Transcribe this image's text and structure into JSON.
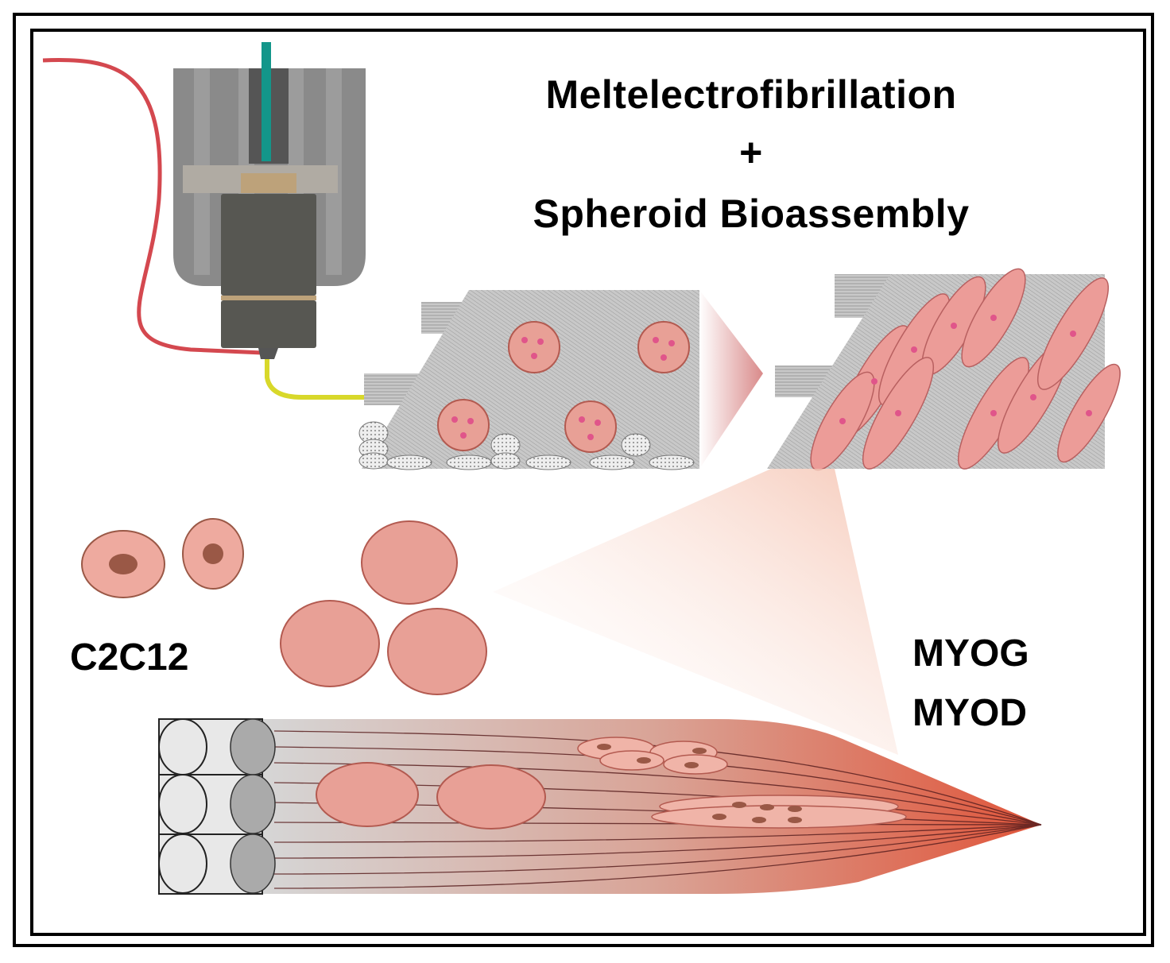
{
  "title": {
    "line1": "Meltelectrofibrillation",
    "plus": "+",
    "line2": "Spheroid Bioassembly"
  },
  "labels": {
    "cell_line": "C2C12",
    "marker1": "MYOG",
    "marker2": "MYOD"
  },
  "colors": {
    "wire_red": "#d4484f",
    "filament_teal": "#13968a",
    "fiber_yellow": "#d8d82a",
    "printhead_dark": "#575752",
    "cell_pink": "#eeaa9f",
    "cell_nucleus": "#9a5846",
    "spheroid_nucleus": "#e0558a",
    "muscle_red": "#e8260f",
    "scaffold_grey": "#c4c4c4"
  }
}
